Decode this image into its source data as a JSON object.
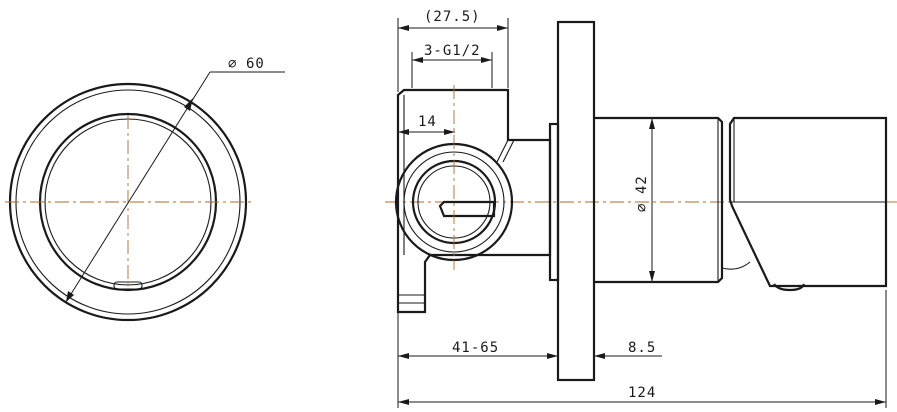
{
  "dimensions": {
    "front_diameter": "60",
    "overall_width_ref": "(27.5)",
    "thread_spec": "3-G1/2",
    "inlet_offset": "14",
    "body_diameter": "42",
    "wall_range": "41-65",
    "flange_thickness": "8.5",
    "overall_length": "124"
  },
  "symbols": {
    "diameter_glyph": "⌀"
  },
  "colors": {
    "line": "#1a1a1a",
    "centerline": "#b26a2a"
  }
}
